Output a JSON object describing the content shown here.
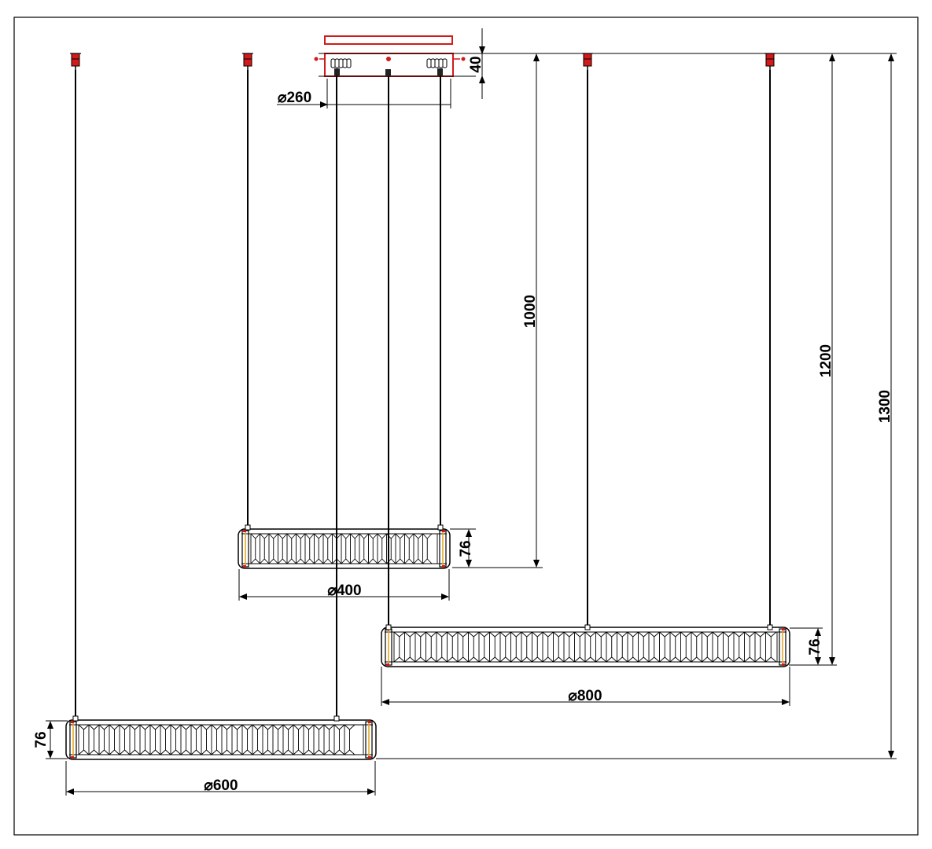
{
  "colors": {
    "line": "#000000",
    "accent": "#d11a1a",
    "amber": "#e3a21a",
    "frame": "#000000"
  },
  "icons": [
    "ceiling-hook-icon",
    "canopy-icon",
    "crystal-ring-icon"
  ],
  "dimensions": {
    "canopy_height": "40",
    "canopy_diameter": "⌀260",
    "ring_small_height": "76",
    "ring_small_diameter": "⌀400",
    "ring_large_height": "76",
    "ring_large_diameter": "⌀800",
    "ring_bottom_height": "76",
    "ring_bottom_diameter": "⌀600",
    "drop_1000": "1000",
    "drop_1200": "1200",
    "drop_1300": "1300"
  }
}
